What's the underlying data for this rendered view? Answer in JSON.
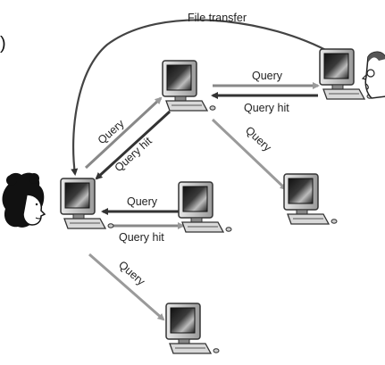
{
  "diagram": {
    "title": "File transfer",
    "corner_mark": ")",
    "labels": {
      "query_top_right": "Query",
      "query_hit_top_right": "Query hit",
      "query_left_up": "Query",
      "query_hit_left_up": "Query hit",
      "query_center_down": "Query",
      "query_middle": "Query",
      "query_hit_middle": "Query hit",
      "query_bottom": "Query"
    },
    "nodes": [
      {
        "id": "peer-top"
      },
      {
        "id": "peer-top-right"
      },
      {
        "id": "peer-left"
      },
      {
        "id": "peer-middle"
      },
      {
        "id": "peer-right-mid"
      },
      {
        "id": "peer-bottom"
      }
    ],
    "icons": {
      "computer": "computer-icon",
      "person_left": "woman-head-icon",
      "person_right": "man-head-icon"
    }
  }
}
